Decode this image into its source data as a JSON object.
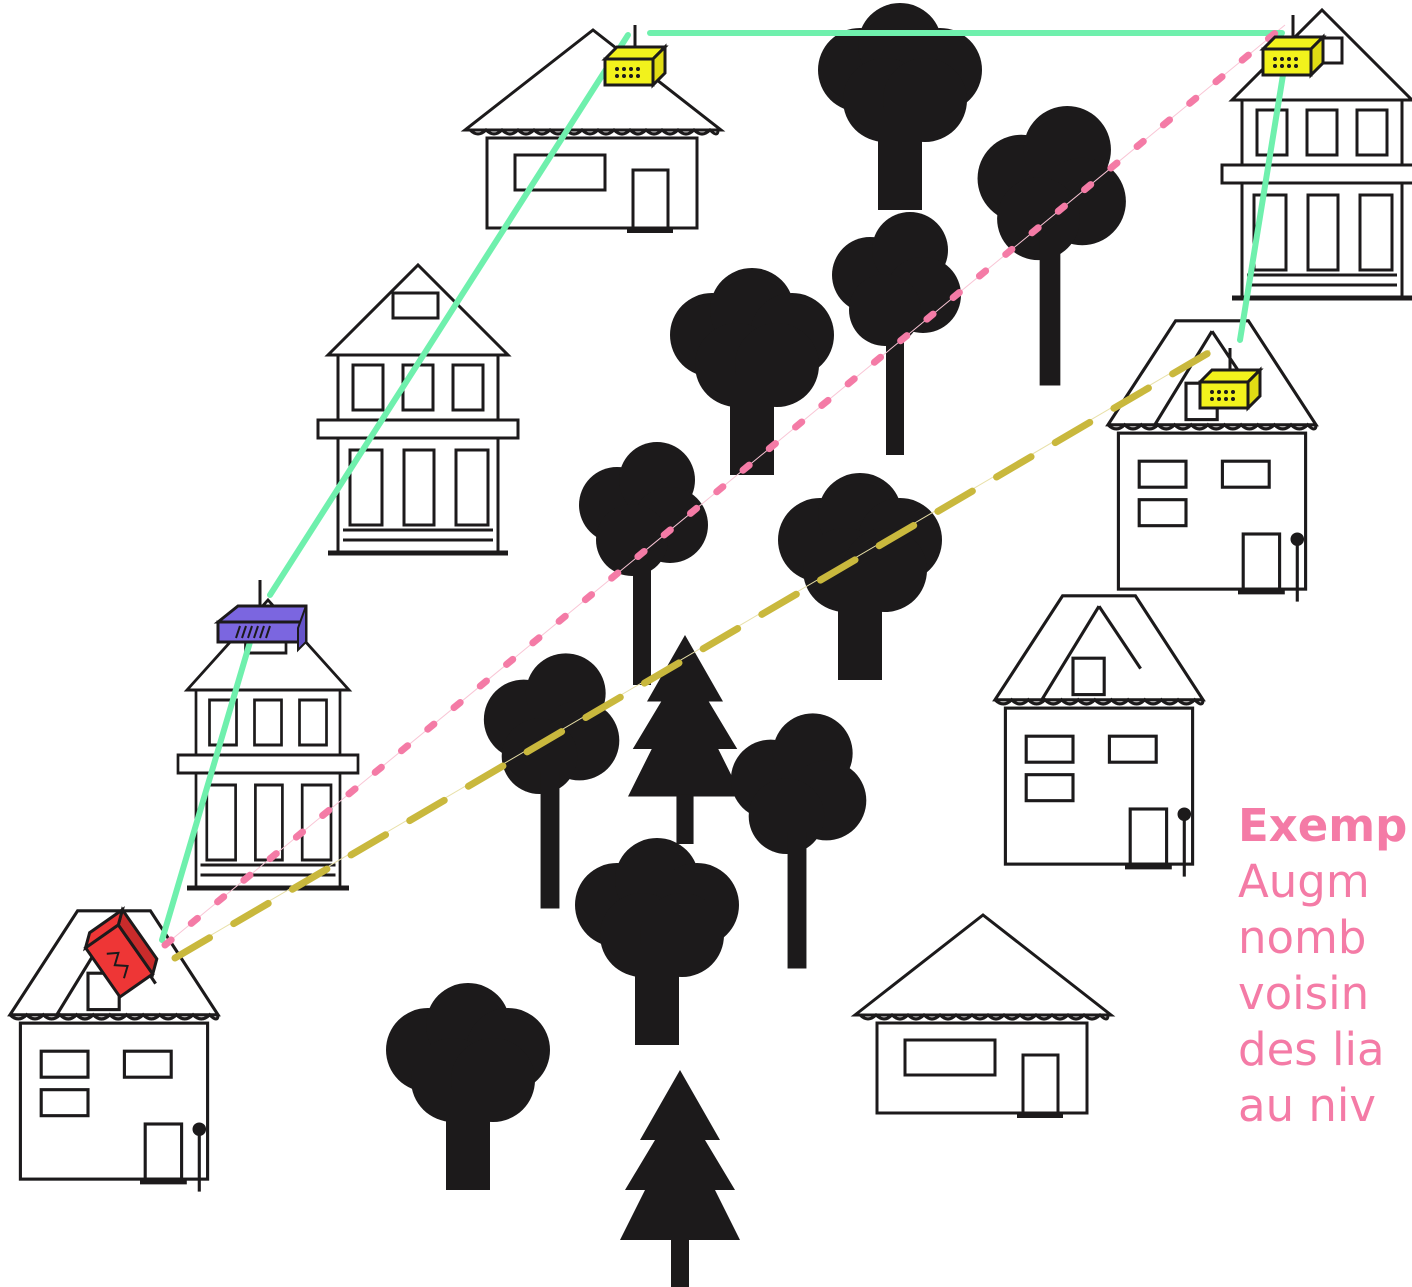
{
  "caption": {
    "title": "Exemp",
    "lines": [
      "Augm",
      "nomb",
      "voisin",
      "des lia",
      "au niv"
    ]
  },
  "colors": {
    "direct_link": "#6ff0ad",
    "dotted_link": "#f47ba6",
    "dashed_link": "#c9b83d",
    "router_yellow": "#f2f21c",
    "router_purple": "#7b66e0",
    "router_red": "#ee3636",
    "tree": "#1c1a1b",
    "house_stroke": "#1c1a1b"
  },
  "icons": [
    "house-icon",
    "tree-icon",
    "pine-tree-icon",
    "router-icon",
    "antenna-icon"
  ]
}
